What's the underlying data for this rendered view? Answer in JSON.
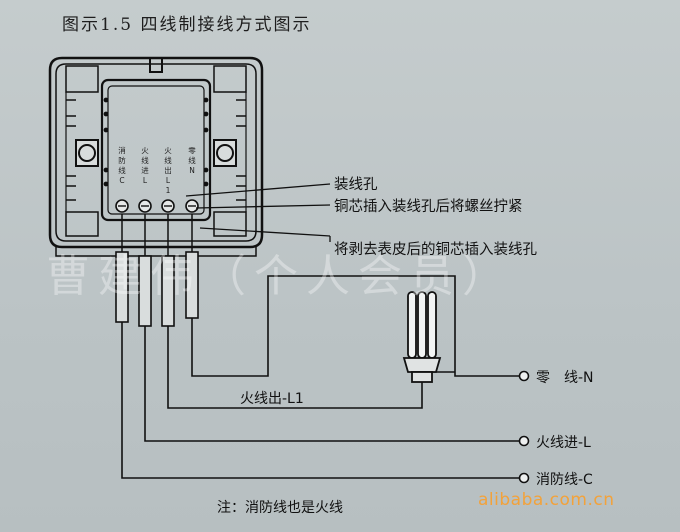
{
  "title": "图示1.5 四线制接线方式图示",
  "socket_terminals": [
    {
      "label": "消防线C"
    },
    {
      "label": "火线进L"
    },
    {
      "label": "火线出L1"
    },
    {
      "label": "零线N"
    }
  ],
  "callouts": {
    "hole": "装线孔",
    "screw": "铜芯插入装线孔后将螺丝拧紧",
    "strip": "将剥去表皮后的铜芯插入装线孔"
  },
  "wires": {
    "out_l1": "火线出-L1",
    "neutral": "零　线-N",
    "live_in": "火线进-L",
    "fire": "消防线-C"
  },
  "note": "注：消防线也是火线",
  "watermark": "曹建伟（个人会员）",
  "site": "alibaba.com.cn"
}
